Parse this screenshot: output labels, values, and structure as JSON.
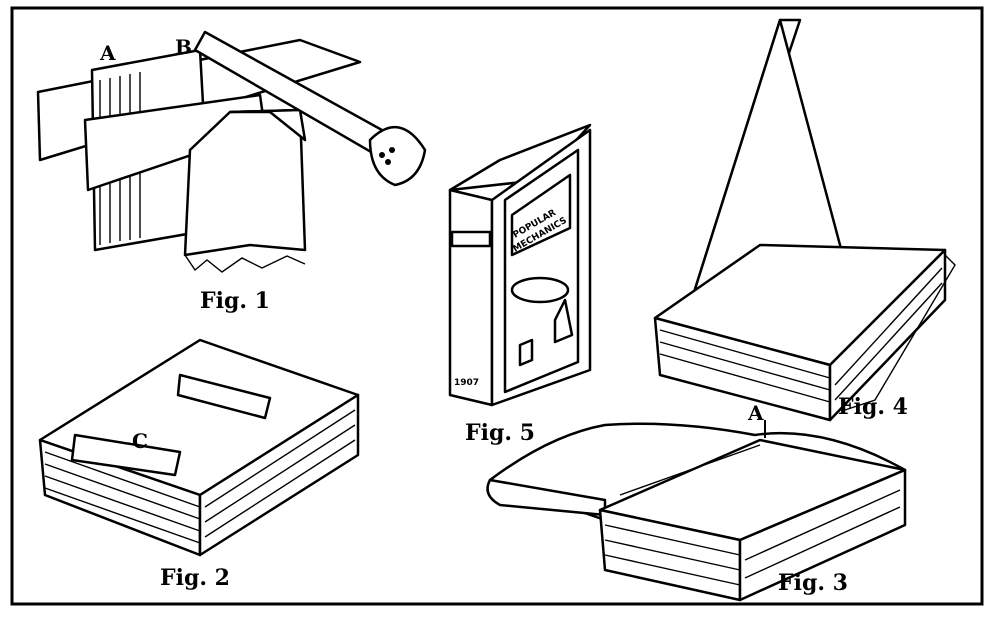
{
  "figures": {
    "fig1": {
      "label": "Fig. 1",
      "marker_a": "A",
      "marker_b": "B"
    },
    "fig2": {
      "label": "Fig. 2",
      "marker_c": "C"
    },
    "fig3": {
      "label": "Fig. 3",
      "marker_a": "A"
    },
    "fig4": {
      "label": "Fig. 4"
    },
    "fig5": {
      "label": "Fig. 5",
      "cover_title_line1": "POPULAR",
      "cover_title_line2": "MECHANICS",
      "spine_year": "1907"
    }
  }
}
